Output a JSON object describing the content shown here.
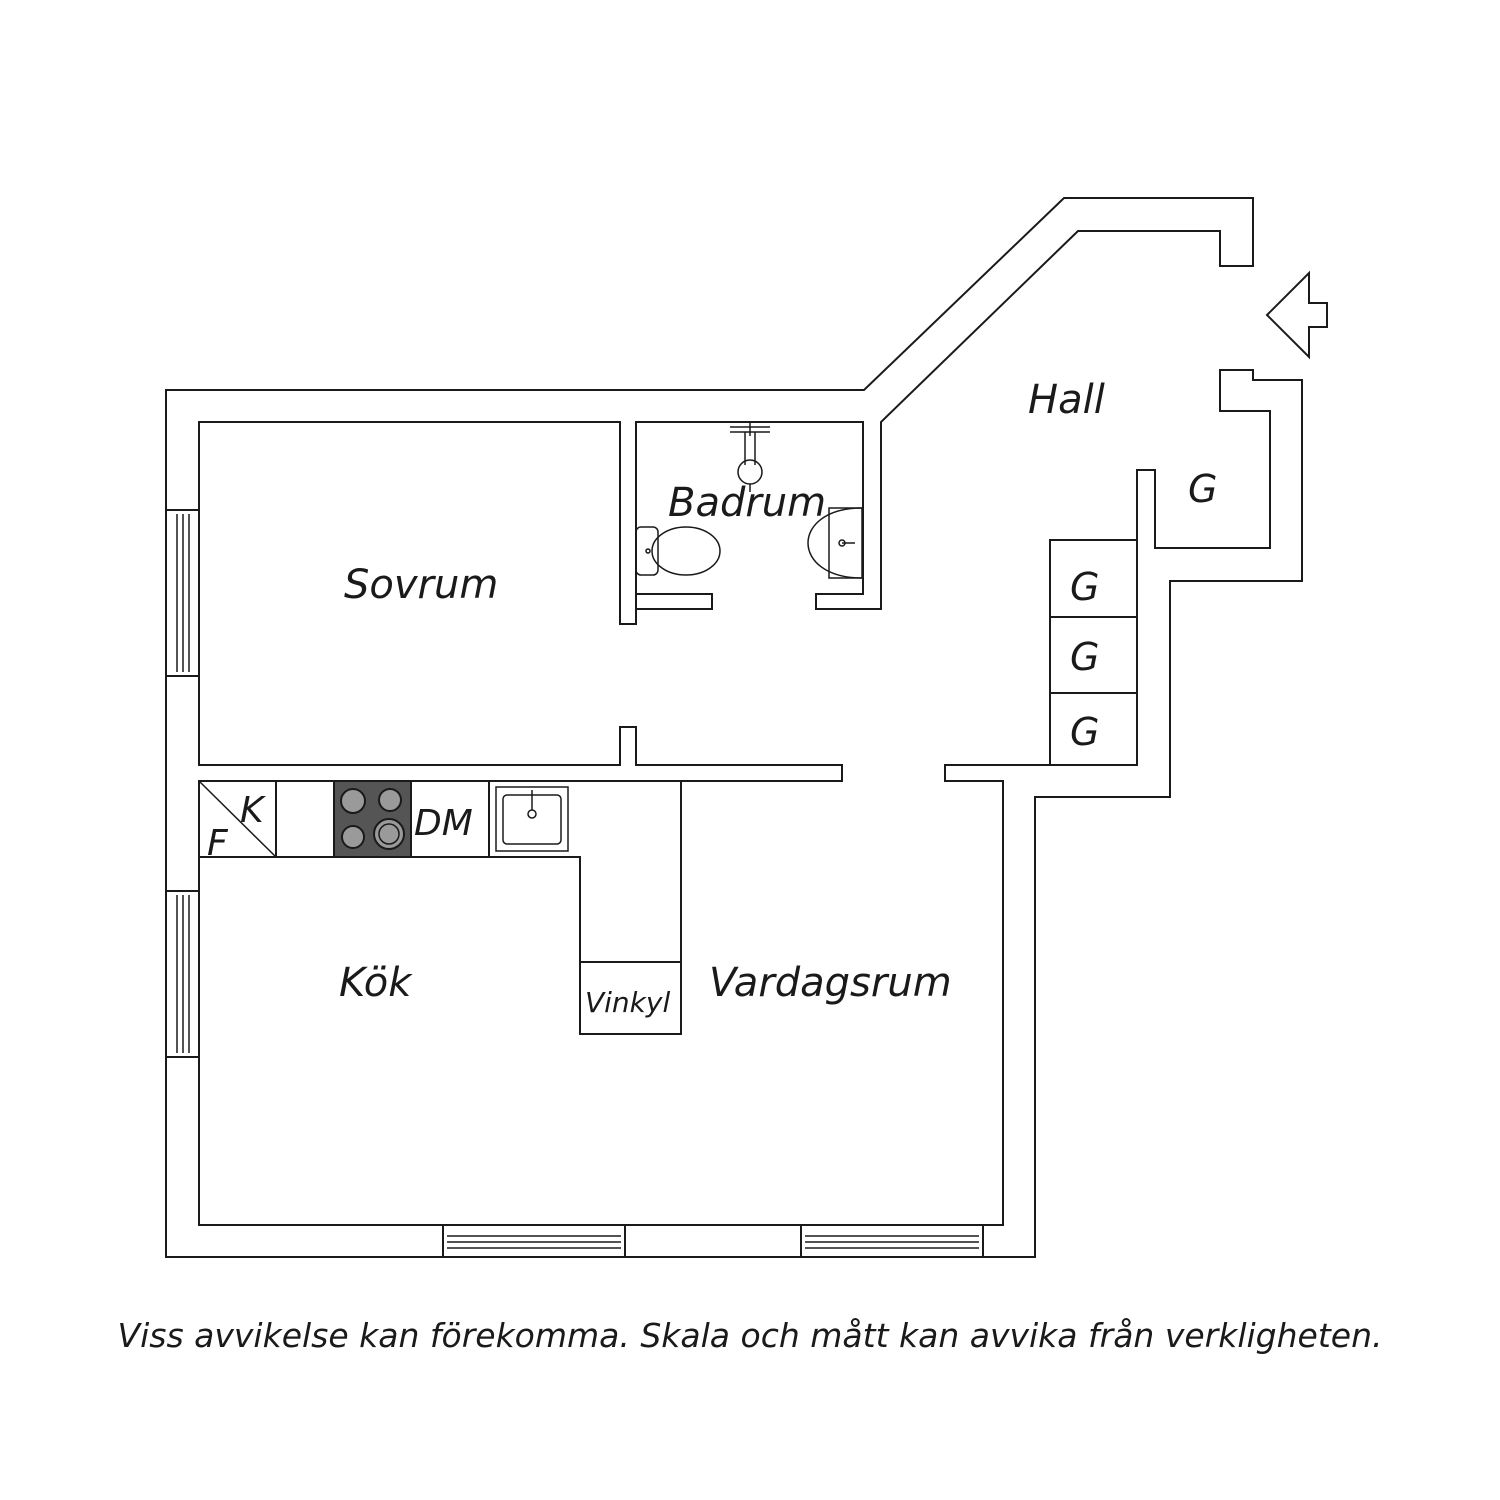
{
  "rooms": {
    "sovrum": "Sovrum",
    "badrum": "Badrum",
    "hall": "Hall",
    "kok": "Kök",
    "vardagsrum": "Vardagsrum"
  },
  "labels": {
    "garderob": "G",
    "frys": "F",
    "kyl": "K",
    "diskmaskin": "DM",
    "vinkyl": "Vinkyl"
  },
  "footer": {
    "disclaimer": "Viss avvikelse kan förekomma. Skala och mått kan avvika från verkligheten."
  },
  "colors": {
    "line": "#1a1a1a",
    "stove": "#555555",
    "burner": "#9a9a9a",
    "background": "#ffffff"
  }
}
